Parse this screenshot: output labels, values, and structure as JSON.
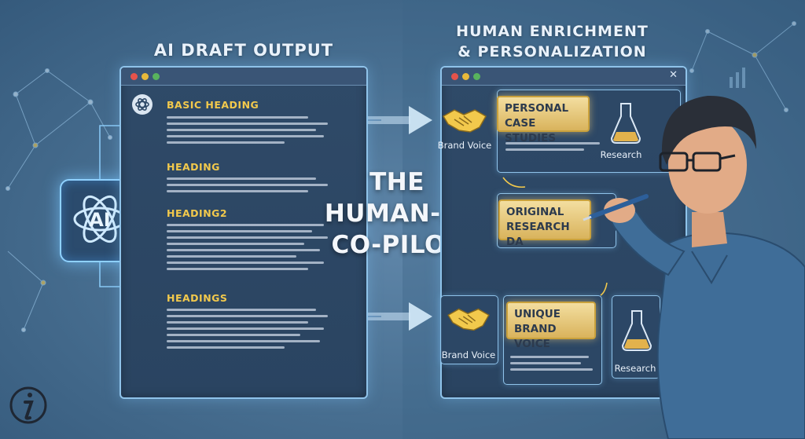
{
  "left_panel": {
    "title": "AI DRAFT OUTPUT",
    "headings": [
      "BASIC HEADING",
      "HEADING",
      "HEADING2",
      "HEADINGS"
    ],
    "ai_logo_text": "AI"
  },
  "right_panel": {
    "title_line1": "HUMAN ENRICHMENT",
    "title_line2": "& PERSONALIZATION",
    "close_glyph": "✕",
    "cards": {
      "case_studies": "PERSONAL\nCASE STUDIES",
      "original_research": "ORIGINAL\nRESEARCH DA",
      "unique_brand_voice": "UNIQUE\nBRAND VOICE"
    },
    "labels": {
      "brand_voice_top": "Brand Voice",
      "research_top": "Research",
      "brand_voice_bottom": "Brand Voice",
      "research_bottom": "Research"
    }
  },
  "center": {
    "line1": "THE",
    "line2": "HUMAN-AI",
    "line3": "CO-PILOT"
  },
  "colors": {
    "accent_gold": "#f2c94c",
    "glow_blue": "#8fd1ff",
    "window_dot_red": "#e5534b",
    "window_dot_yellow": "#e8b93a",
    "window_dot_green": "#58b35d"
  },
  "icons": [
    "handshake-icon",
    "flask-icon",
    "openai-knot-icon",
    "pen-icon",
    "info-i-logo"
  ]
}
